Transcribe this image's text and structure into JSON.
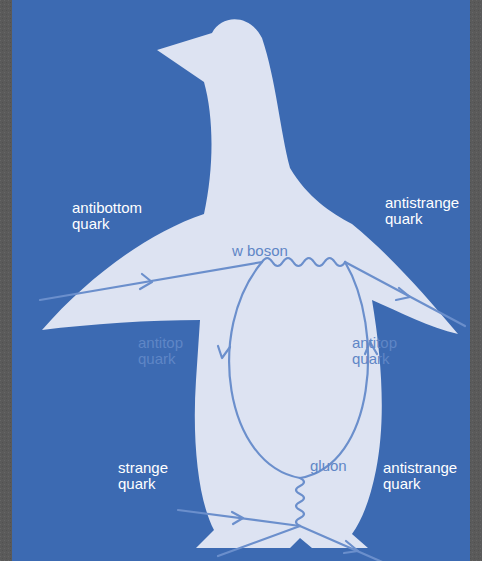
{
  "diagram": {
    "labels": [
      "antibottom quark",
      "w boson",
      "antistrange quark",
      "antitop quark",
      "antitop quark",
      "gluon",
      "strange quark",
      "antistrange quark"
    ]
  }
}
